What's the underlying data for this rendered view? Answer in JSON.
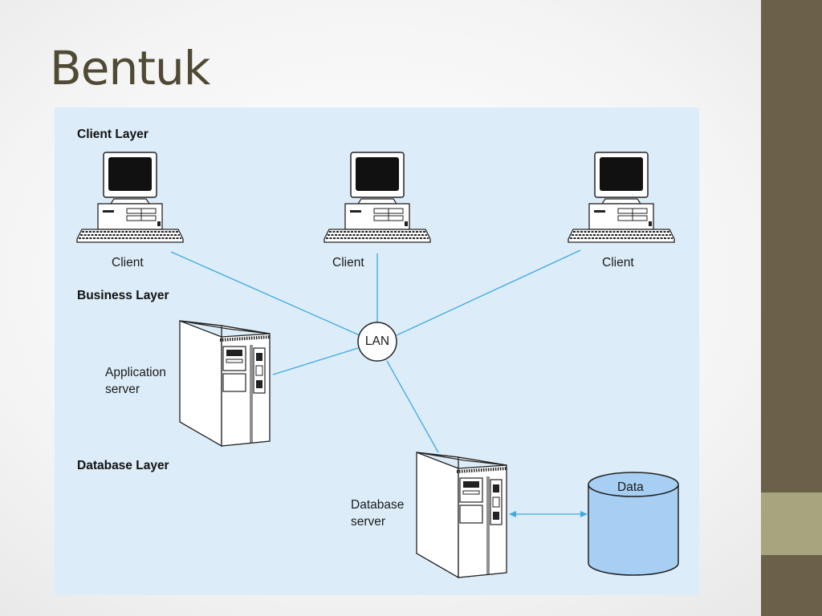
{
  "slide": {
    "title": "Bentuk"
  },
  "layers": {
    "client": "Client Layer",
    "business": "Business Layer",
    "database": "Database Layer"
  },
  "nodes": {
    "client_1": "Client",
    "client_2": "Client",
    "client_3": "Client",
    "lan": "LAN",
    "app_server_line1": "Application",
    "app_server_line2": "server",
    "db_server_line1": "Database",
    "db_server_line2": "server",
    "data_store": "Data"
  },
  "colors": {
    "link": "#3fa9e0",
    "panel": "#dcedf9",
    "cylinder": "#a7cff3",
    "title": "#4f4a33",
    "side_bar": "#6b6148",
    "side_accent": "#a8a47e"
  }
}
